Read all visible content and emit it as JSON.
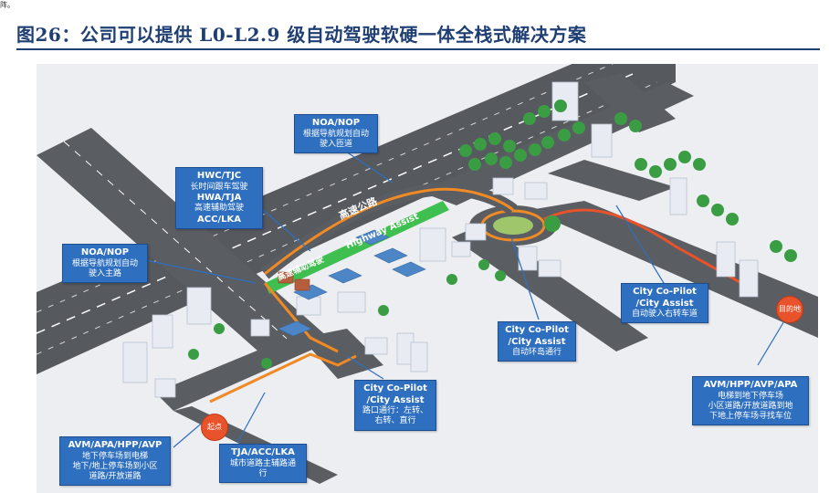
{
  "corner_mark": "阵。",
  "figure_title": "图26：公司可以提供 L0-L2.9 级自动驾驶软硬一体全栈式解决方案",
  "road_labels": {
    "highway": "高速公路",
    "highway_assist_cn": "高速辅助驾驶",
    "highway_assist_en": "Highway Assist"
  },
  "pins": {
    "start": "起点",
    "end": "目的地"
  },
  "callouts": {
    "noa_top": {
      "head": [
        "NOA/NOP"
      ],
      "desc": [
        "根据导航规划自动",
        "驶入匝道"
      ]
    },
    "hwc": {
      "head": [
        "HWC/TJC"
      ],
      "desc": [
        "长时间跟车驾驶"
      ],
      "head2": [
        "HWA/TJA"
      ],
      "desc2": [
        "高速辅助驾驶"
      ],
      "head3": [
        "ACC/LKA"
      ]
    },
    "noa_left": {
      "head": [
        "NOA/NOP"
      ],
      "desc": [
        "根据导航规划自动",
        "驶入主路"
      ]
    },
    "city_roundabout": {
      "head": [
        "City Co-Pilot",
        "/City Assist"
      ],
      "desc": [
        "自动环岛通行"
      ]
    },
    "city_right": {
      "head": [
        "City Co-Pilot",
        "/City Assist"
      ],
      "desc": [
        "自动驶入右转车道"
      ]
    },
    "city_cross": {
      "head": [
        "City Co-Pilot",
        "/City Assist"
      ],
      "desc": [
        "路口通行：左转、",
        "右转、直行"
      ]
    },
    "avm_left": {
      "head": [
        "AVM/APA/HPP/AVP"
      ],
      "desc": [
        "地下停车场到电梯",
        "地下/地上停车场到小区",
        "道路/开放道路"
      ]
    },
    "tja": {
      "head": [
        "TJA/ACC/LKA"
      ],
      "desc": [
        "城市道路主辅路通",
        "行"
      ]
    },
    "avm_right": {
      "head": [
        "AVM/HPP/AVP/APA"
      ],
      "desc": [
        "电梯到地下停车场",
        "小区道路/开放道路到地",
        "下地上停车场寻找车位"
      ]
    }
  },
  "colors": {
    "title": "#1f3e73",
    "callout_bg": "#2e6fc0",
    "road": "#5a5d62",
    "route_orange": "#f08a24",
    "route_green": "#3fbf4f",
    "pin": "#e8532b",
    "tree": "#3a9d44"
  }
}
